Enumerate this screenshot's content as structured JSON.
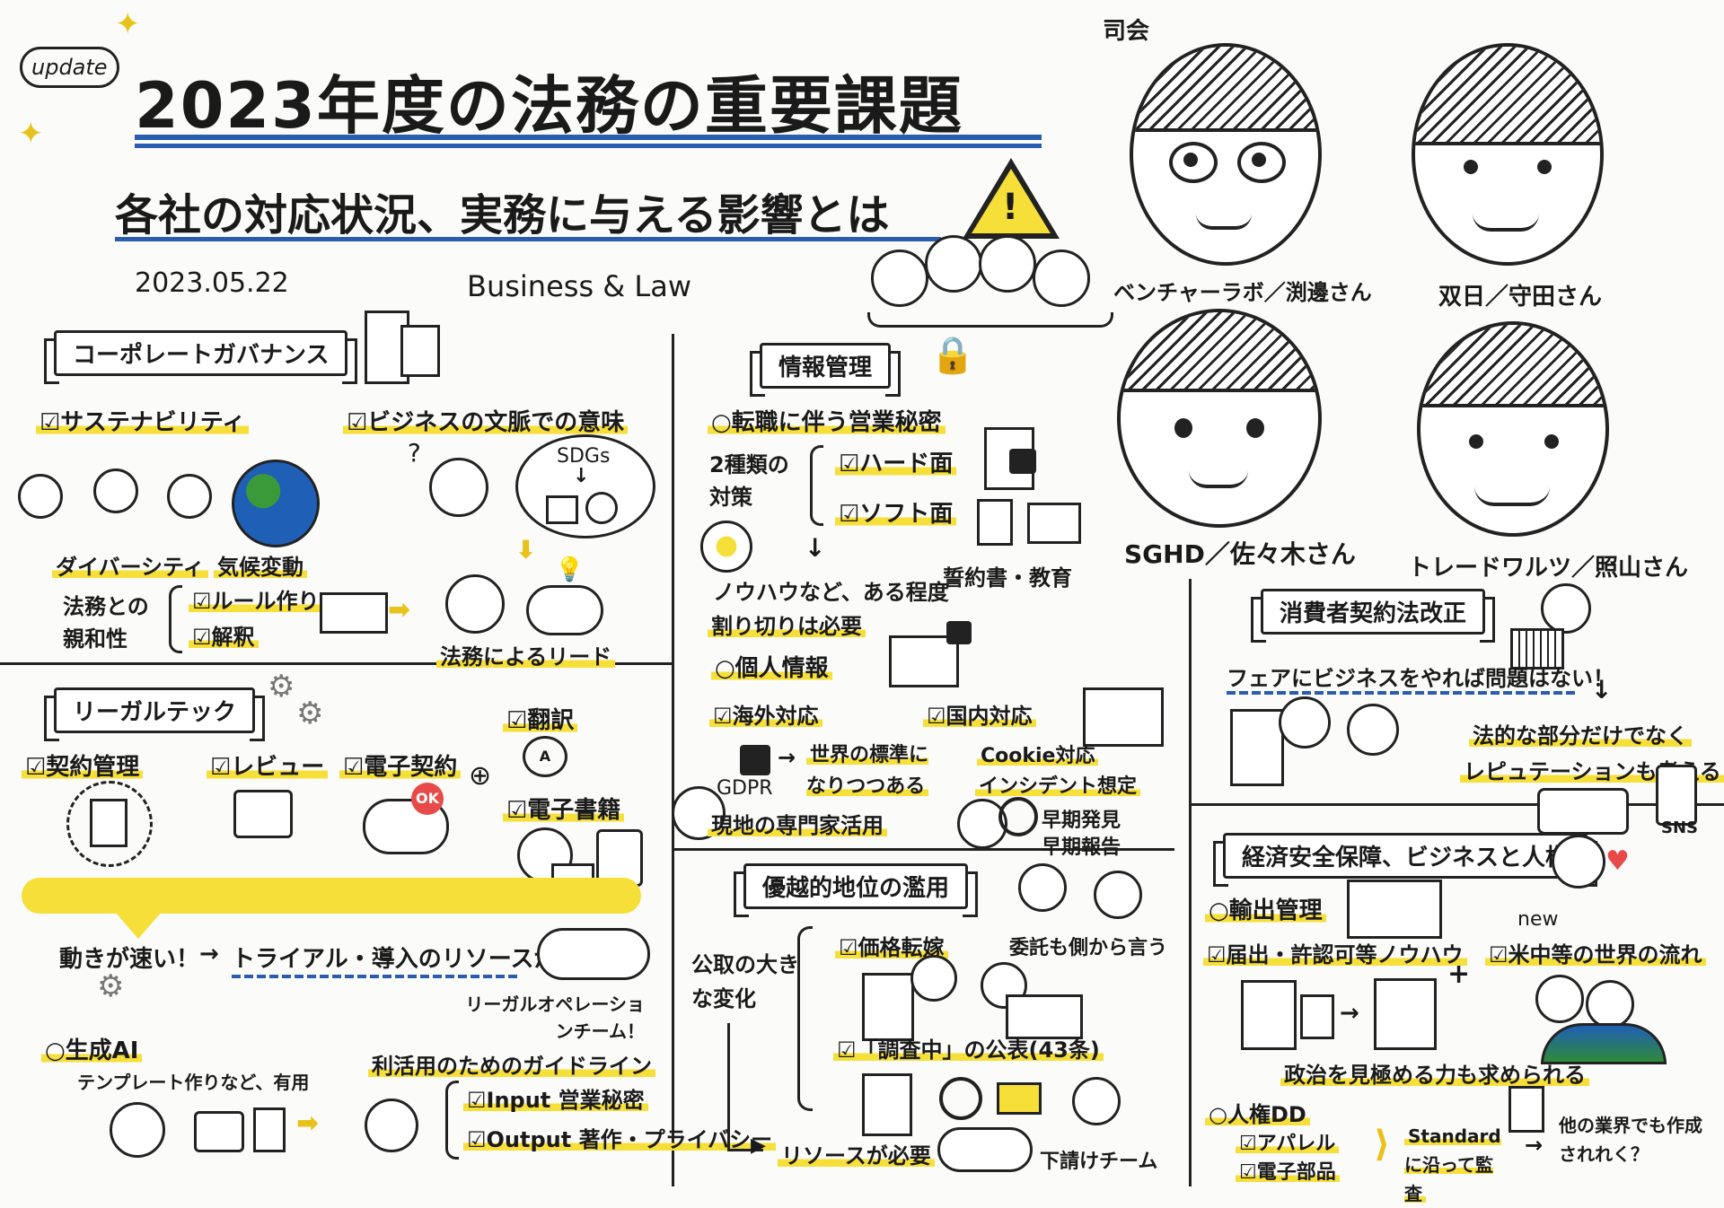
{
  "header": {
    "update_tag": "update",
    "title": "2023年度の法務の重要課題",
    "subtitle": "各社の対応状況、実務に与える影響とは",
    "date": "2023.05.22",
    "publisher": "Business & Law"
  },
  "speakers": {
    "moderator_label": "司会",
    "moderator": "ベンチャーラボ／渕邊さん",
    "s1": "双日／守田さん",
    "s2": "SGHD／佐々木さん",
    "s3": "トレードワルツ／照山さん"
  },
  "corporate": {
    "heading": "コーポレートガバナンス",
    "sustain": "☑サステナビリティ",
    "diversity": "ダイバーシティ",
    "climate": "気候変動",
    "business_context": "☑ビジネスの文脈での意味",
    "sdgs": "SDGs",
    "compat": "法務との親和性",
    "rule": "☑ルール作り",
    "interpret": "☑解釈",
    "lead": "法務によるリード"
  },
  "legaltech": {
    "heading": "リーガルテック",
    "contract": "☑契約管理",
    "review": "☑レビュー",
    "esign": "☑電子契約",
    "translation": "☑翻訳",
    "ebook": "☑電子書籍",
    "ok_stamp": "OK",
    "fast": "動きが速い！",
    "trial": "トライアル・導入のリソースが課題",
    "team": "リーガルオペレーションチーム！",
    "genai": "○生成AI",
    "template": "テンプレート作りなど、有用",
    "guideline": "利活用のためのガイドライン",
    "input": "☑Input 営業秘密",
    "output": "☑Output 著作・プライバシー"
  },
  "info": {
    "heading": "情報管理",
    "trade_secret": "○転職に伴う営業秘密",
    "two_types": "2種類の対策",
    "hard": "☑ハード面",
    "soft": "☑ソフト面",
    "pledge": "誓約書・教育",
    "knowhow": "ノウハウなど、ある程度",
    "cutoff": "割り切りは必要",
    "personal": "○個人情報",
    "overseas": "☑海外対応",
    "domestic": "☑国内対応",
    "gdpr": "GDPR",
    "world_std": "世界の標準になりつつある",
    "cookie": "Cookie対応",
    "incident": "インシデント想定",
    "local": "現地の専門家活用",
    "early": "早期発見",
    "early2": "早期報告"
  },
  "abuse": {
    "heading": "優越的地位の濫用",
    "ftc": "公取の大きな変化",
    "price": "☑価格転嫁",
    "both": "委託も側から言う",
    "probe": "☑「調査中」の公表(43条)",
    "resource": "リソースが必要",
    "sub_team": "下請けチーム"
  },
  "consumer": {
    "heading": "消費者契約法改正",
    "fair": "フェアにビジネスをやれば問題はない！",
    "active": "法的な部分だけでなく",
    "reputation": "レピュテーションも考える",
    "sns": "SNS"
  },
  "econ": {
    "heading": "経済安全保障、ビジネスと人権",
    "export": "○輸出管理",
    "permit": "☑届出・許認可等ノウハウ",
    "new": "new",
    "uschina": "☑米中等の世界の流れ",
    "politics": "政治を見極める力も求められる",
    "human": "○人権DD",
    "apparel": "☑アパレル",
    "electronics": "☑電子部品",
    "standard": "Standardに沿って監査",
    "other": "他の業界でも作成されれく？"
  }
}
